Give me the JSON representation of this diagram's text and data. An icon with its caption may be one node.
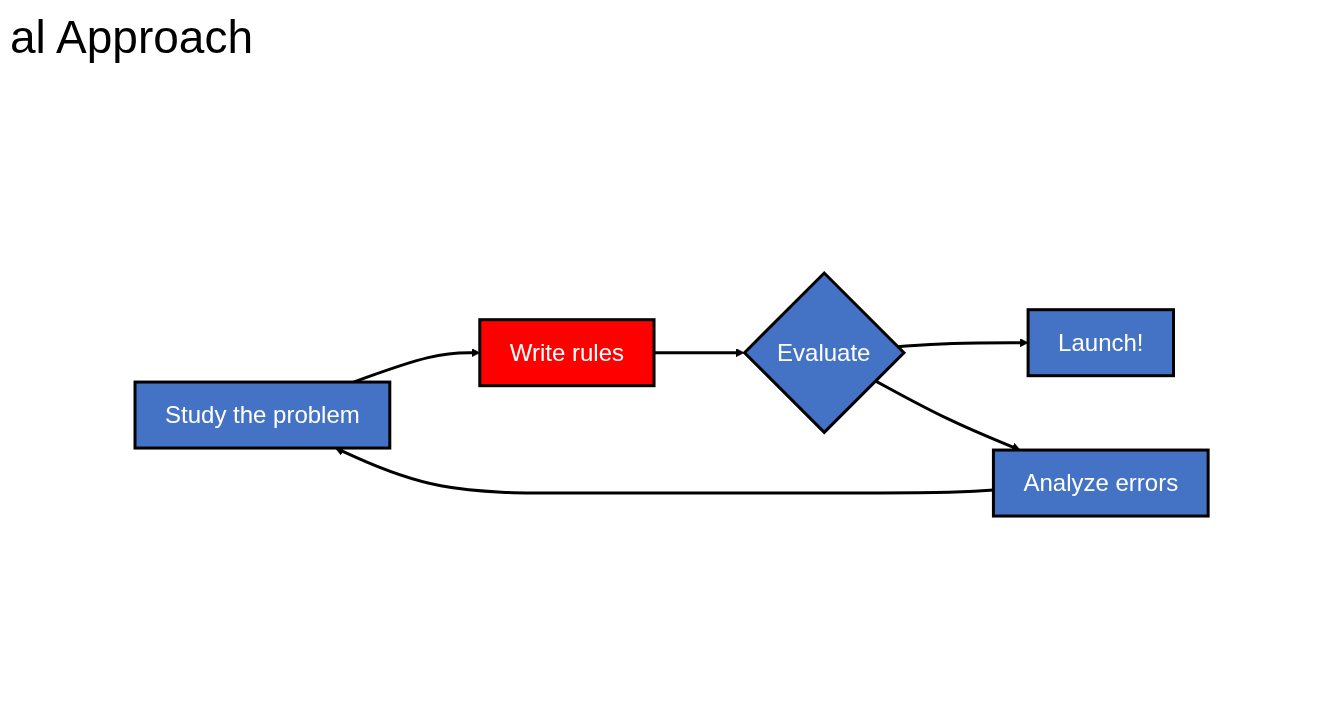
{
  "diagram": {
    "title": "al Approach",
    "nodes": [
      {
        "text": [
          "Launch!"
        ]
      },
      {
        "text": [
          "Study the problem"
        ]
      },
      {
        "text": [
          "Write rules"
        ]
      },
      {
        "text": [
          "Evaluate"
        ]
      },
      {
        "text": [
          "Analyze errors"
        ]
      }
    ],
    "edges": [
      {
        "from": 1,
        "to": 2,
        "arrow": "to"
      },
      {
        "from": 2,
        "to": 3,
        "arrow": "to"
      },
      {
        "from": 3,
        "to": 0,
        "arrow": "to"
      },
      {
        "from": 3,
        "to": 4,
        "arrow": "to"
      },
      {
        "from": 4,
        "to": 1,
        "arrow": "to"
      }
    ]
  }
}
